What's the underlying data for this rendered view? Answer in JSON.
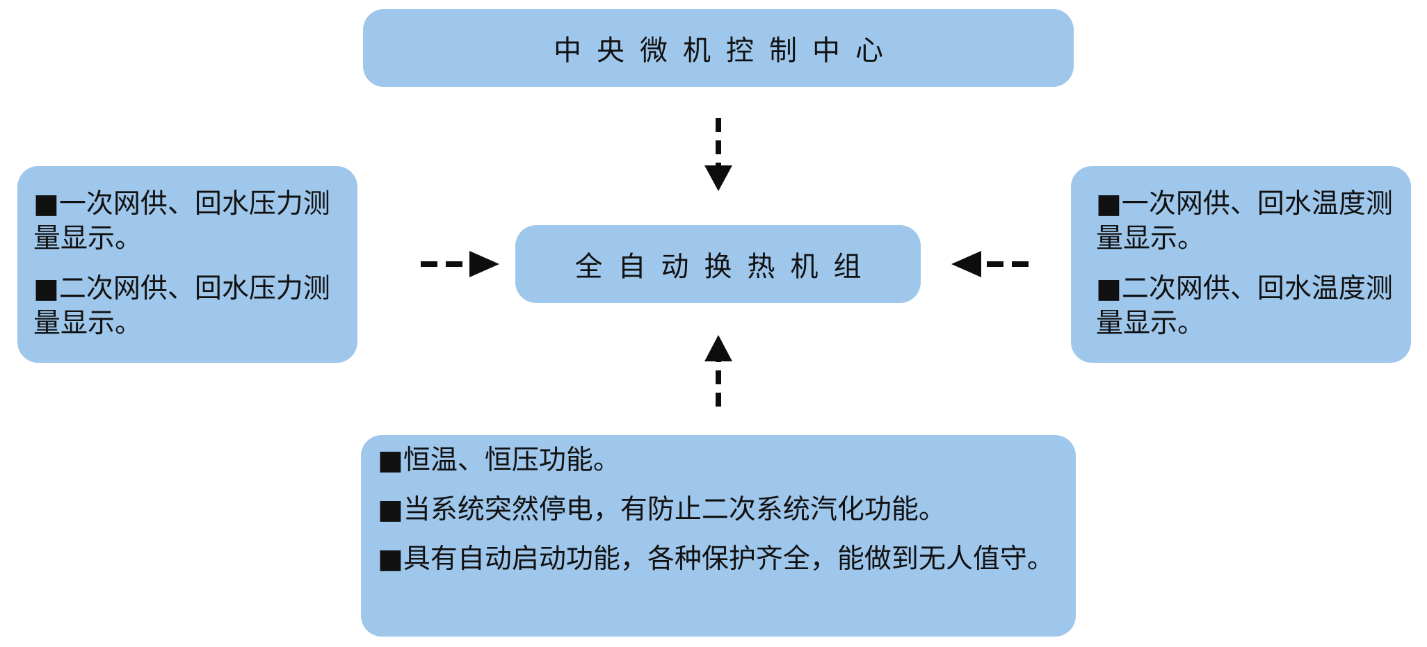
{
  "colors": {
    "box_fill": "#9fc7eb",
    "arrow": "#0d0d0d",
    "text": "#111111"
  },
  "top_box": {
    "title": "中央微机控制中心"
  },
  "center_box": {
    "title": "全自动换热机组"
  },
  "left_box": {
    "items": [
      "■一次网供、回水压力测量显示。",
      "■二次网供、回水压力测量显示。"
    ]
  },
  "right_box": {
    "items": [
      "■一次网供、回水温度测量显示。",
      "■二次网供、回水温度测量显示。"
    ]
  },
  "bottom_box": {
    "items": [
      "■恒温、恒压功能。",
      "■当系统突然停电，有防止二次系统汽化功能。",
      "■具有自动启动功能，各种保护齐全，能做到无人值守。"
    ]
  },
  "arrows": [
    {
      "from": "top_box",
      "to": "center_box",
      "style": "dashed"
    },
    {
      "from": "left_box",
      "to": "center_box",
      "style": "dashed"
    },
    {
      "from": "right_box",
      "to": "center_box",
      "style": "dashed"
    },
    {
      "from": "bottom_box",
      "to": "center_box",
      "style": "dashed"
    }
  ]
}
